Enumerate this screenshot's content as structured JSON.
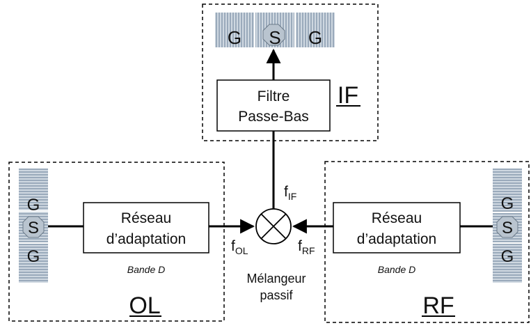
{
  "if_block": {
    "label": "IF",
    "filter_line1": "Filtre",
    "filter_line2": "Passe-Bas",
    "pads": [
      "G",
      "S",
      "G"
    ]
  },
  "ol_block": {
    "label": "OL",
    "network_line1": "Réseau",
    "network_line2": "d’adaptation",
    "band": "Bande D",
    "pads": [
      "G",
      "S",
      "G"
    ]
  },
  "rf_block": {
    "label": "RF",
    "network_line1": "Réseau",
    "network_line2": "d’adaptation",
    "band": "Bande D",
    "pads": [
      "G",
      "S",
      "G"
    ]
  },
  "mixer": {
    "line1": "Mélangeur",
    "line2": "passif",
    "f_if_base": "f",
    "f_if_sub": "IF",
    "f_ol_base": "f",
    "f_ol_sub": "OL",
    "f_rf_base": "f",
    "f_rf_sub": "RF"
  },
  "colors": {
    "pad_fill": "#9aaabb",
    "pad_stripe": "#c9d3dd",
    "line": "#000000"
  }
}
